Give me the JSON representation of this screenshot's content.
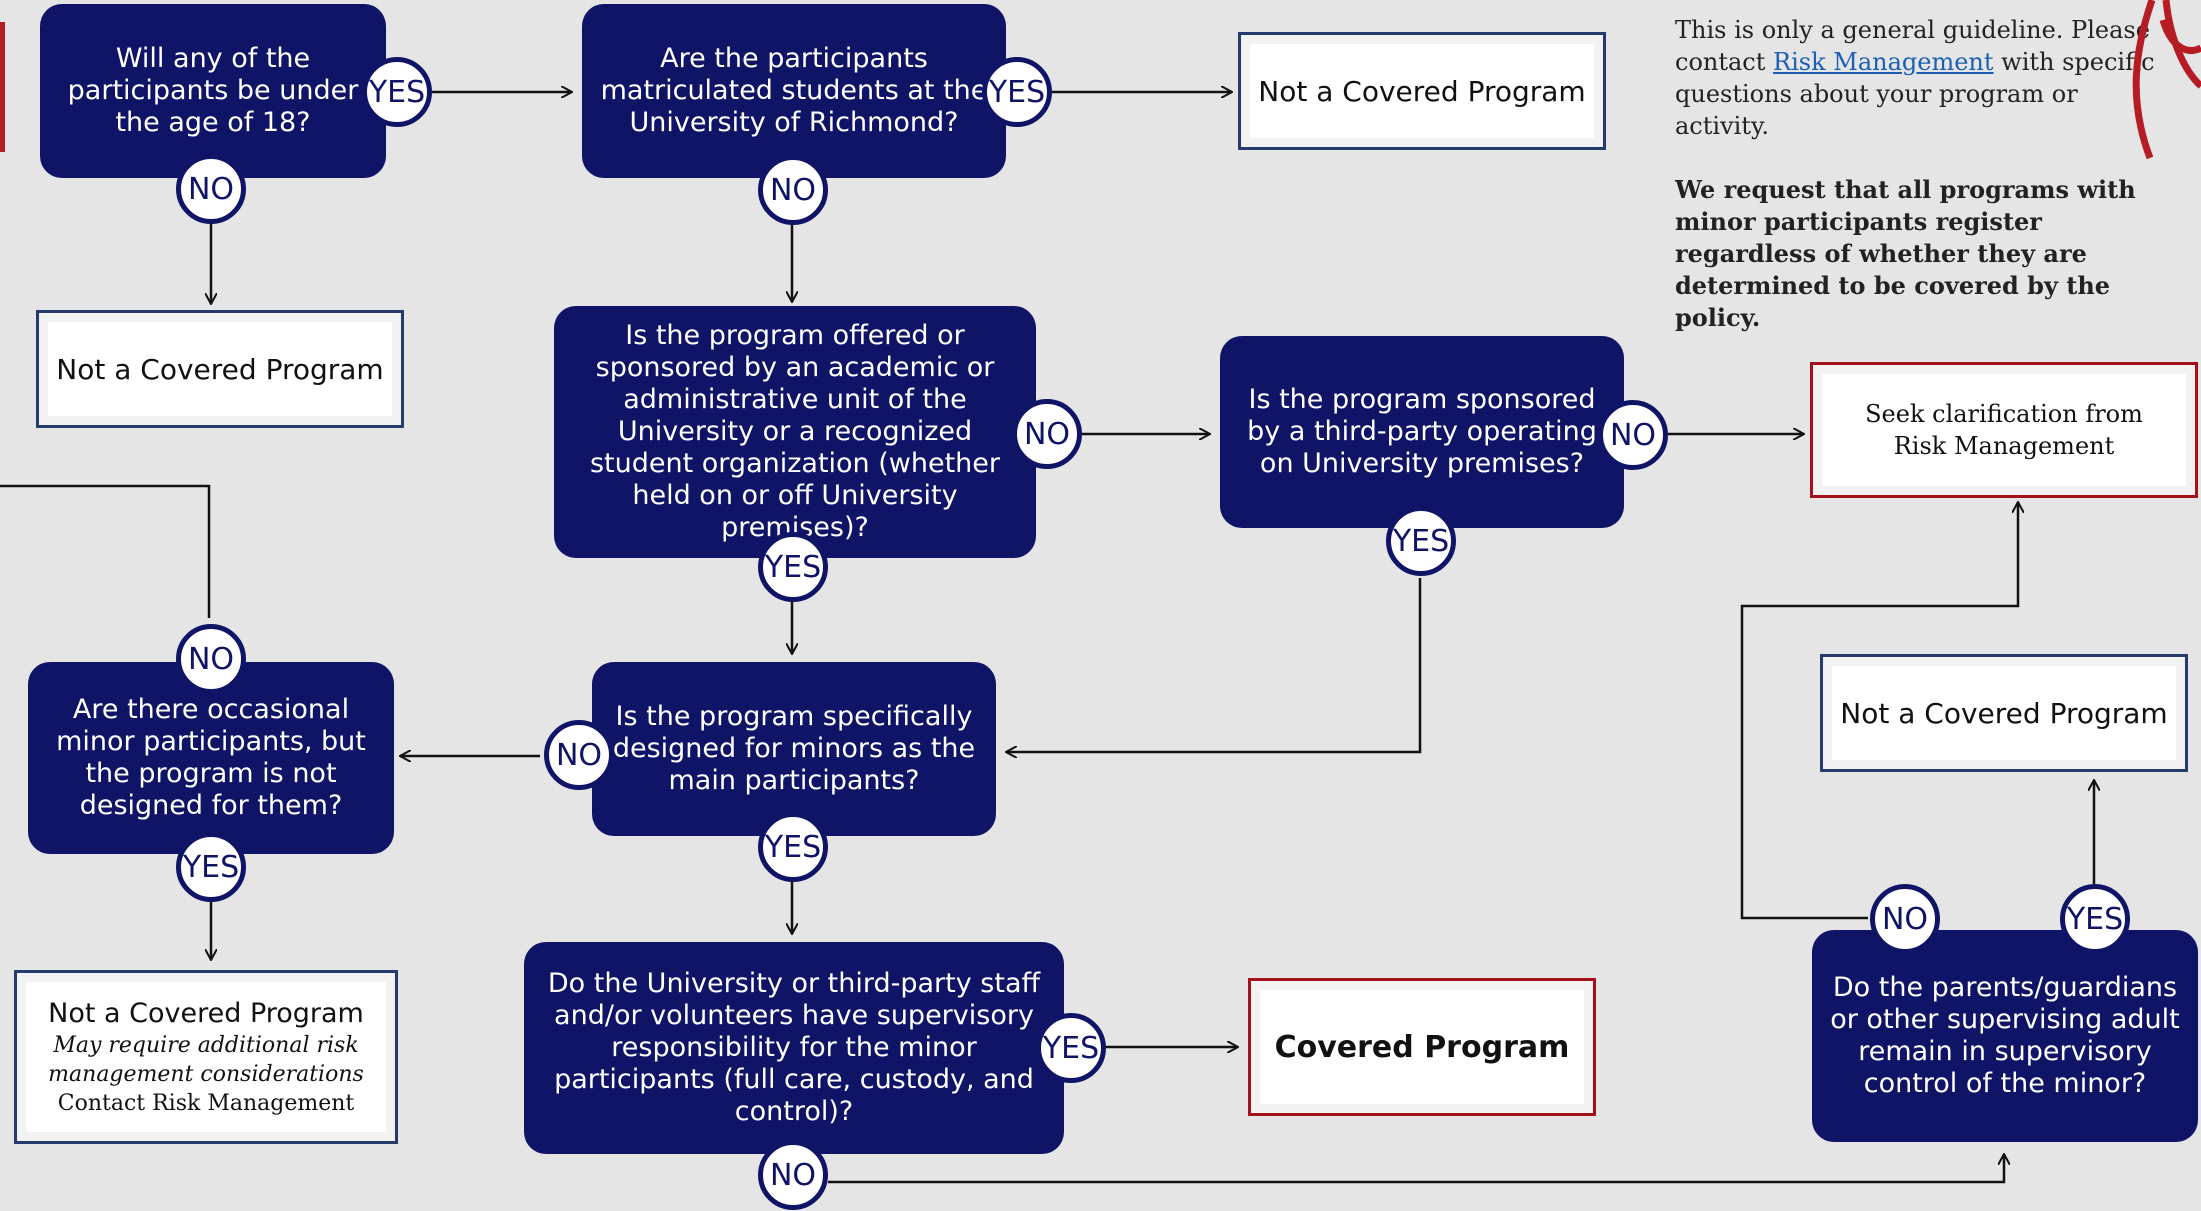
{
  "questions": {
    "q1": "Will any of the participants be under the age of 18?",
    "q2": "Are the participants matriculated students at the University of Richmond?",
    "q3": "Is the program offered or sponsored by an academic or administrative unit of the University or a recognized student organization (whether held on or off University premises)?",
    "q4": "Is the program sponsored by a third-party operating on University premises?",
    "q5": "Is the program specifically designed for minors as the main participants?",
    "q6": "Are there occasional minor participants, but the program is not designed for them?",
    "q7": "Do the University or third-party staff and/or volunteers have supervisory responsibility for the minor participants (full care, custody, and control)?",
    "q8": "Do the parents/guardians or other supervising adult remain in supervisory control of the minor?"
  },
  "answers": {
    "yes": "YES",
    "no": "NO"
  },
  "results": {
    "not_covered": "Not a Covered Program",
    "seek_line1": "Seek clarification from",
    "seek_line2": "Risk Management",
    "covered": "Covered Program",
    "may_require_line1": "May require additional risk",
    "may_require_line2": "management considerations",
    "contact_rm": "Contact Risk Management"
  },
  "note": {
    "part1": "This is only a general guideline. Please contact ",
    "link": "Risk Management",
    "part2": " with specific questions about your program or activity.",
    "bold": "We request that all programs with minor participants register regardless of whether they are determined to be covered by the policy."
  },
  "colors": {
    "navy": "#0f1466",
    "red": "#a3121c",
    "background": "#e5e5e5"
  }
}
